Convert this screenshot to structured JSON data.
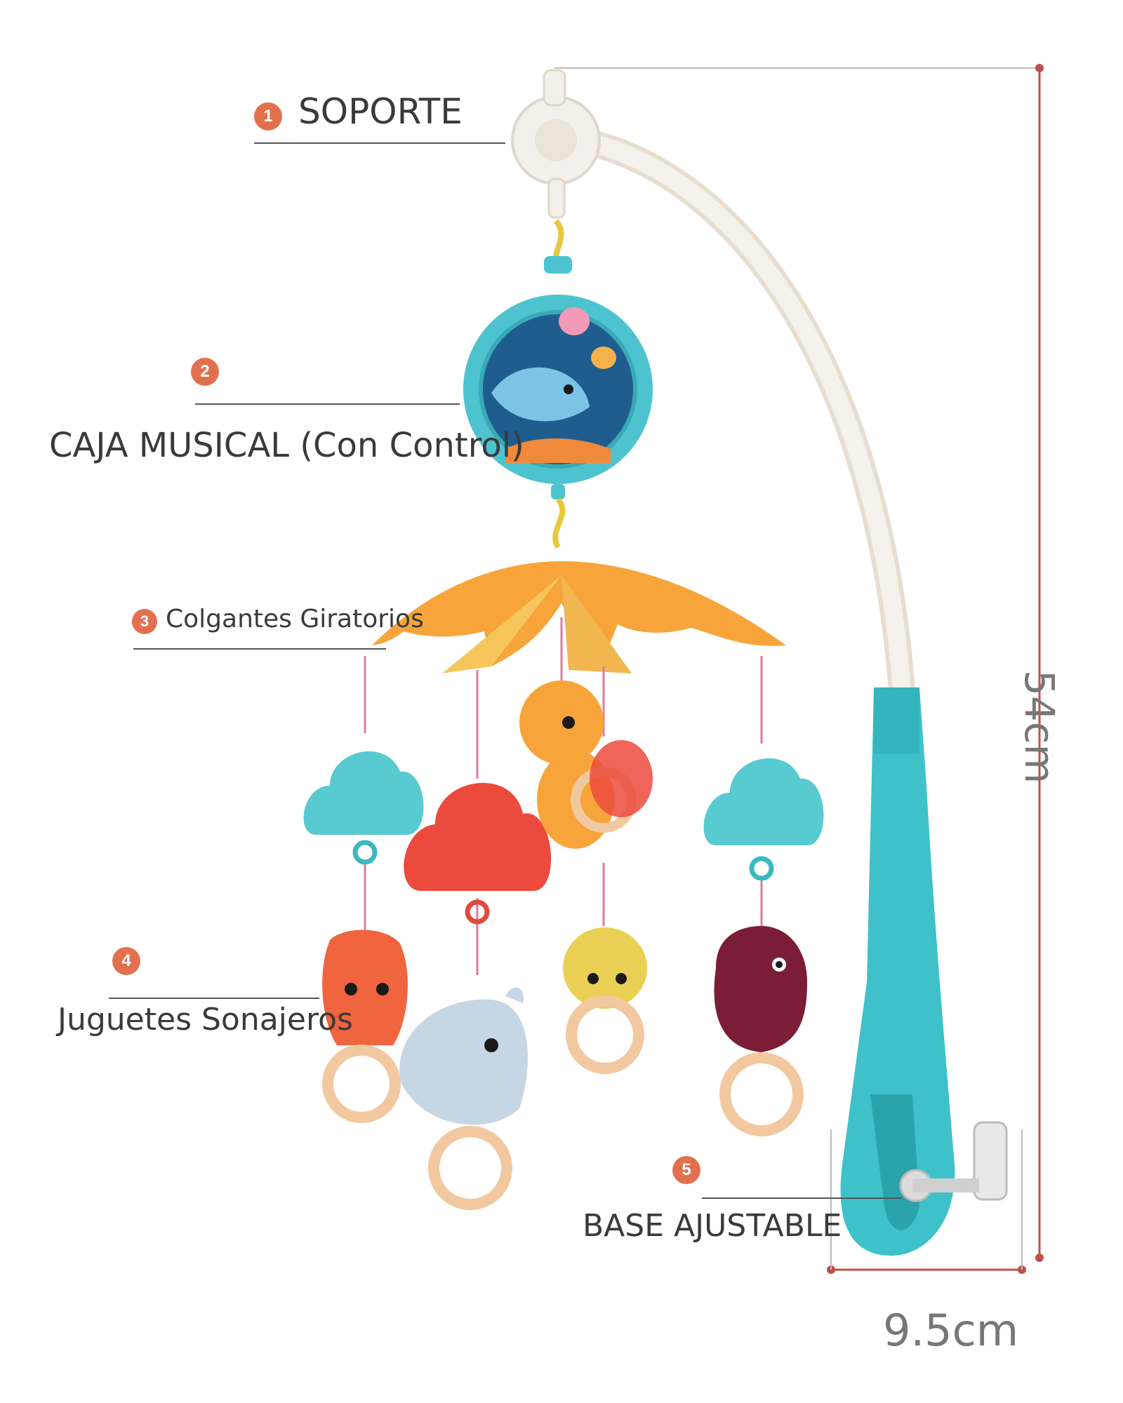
{
  "callouts": [
    {
      "number": "1",
      "text": "SOPORTE"
    },
    {
      "number": "2",
      "text": "CAJA MUSICAL (Con Control)"
    },
    {
      "number": "3",
      "text": "Colgantes Giratorios"
    },
    {
      "number": "4",
      "text": "Juguetes Sonajeros"
    },
    {
      "number": "5",
      "text": "BASE AJUSTABLE"
    }
  ],
  "dimensions": {
    "height": "54cm",
    "width": "9.5cm"
  },
  "colors": {
    "badge": "#e2704f",
    "dimension_line": "#c0504d",
    "arm": "#f3ece3",
    "stand": "#3fc1c9",
    "music_box": "#4ec3d0",
    "canopy": "#f7a53a",
    "cloud_teal": "#57cbd0",
    "cloud_red": "#ec4a3c",
    "teether": "#f2c8a0"
  },
  "icons": [
    "music-box-icon",
    "octopus-icon",
    "shark-icon",
    "cloud-icon",
    "seahorse-icon",
    "fish-icon",
    "whale-icon",
    "bird-icon",
    "teether-ring-icon",
    "clamp-knob-icon"
  ]
}
